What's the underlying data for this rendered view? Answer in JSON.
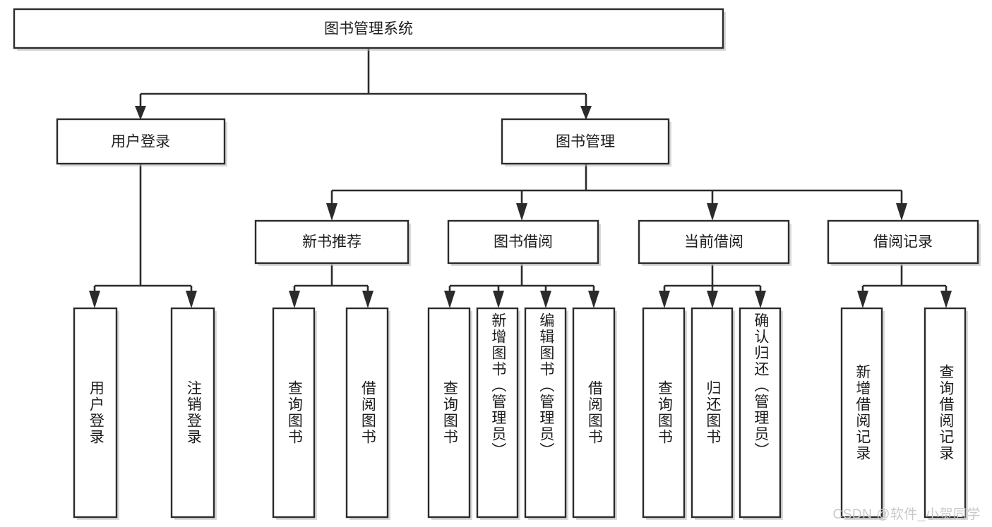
{
  "diagram": {
    "type": "tree",
    "title": "图书管理系统",
    "watermark": "CSDN @软件_小贺同学",
    "root": {
      "id": "root",
      "label": "图书管理系统"
    },
    "level2": [
      {
        "id": "user-login",
        "label": "用户登录"
      },
      {
        "id": "book-manage",
        "label": "图书管理"
      }
    ],
    "level3": [
      {
        "id": "new-book-recommend",
        "label": "新书推荐",
        "parent": "book-manage"
      },
      {
        "id": "book-borrow",
        "label": "图书借阅",
        "parent": "book-manage"
      },
      {
        "id": "current-borrow",
        "label": "当前借阅",
        "parent": "book-manage"
      },
      {
        "id": "borrow-record",
        "label": "借阅记录",
        "parent": "book-manage"
      }
    ],
    "leaves": [
      {
        "id": "leaf-user-login",
        "label": "用户登录",
        "parent": "user-login"
      },
      {
        "id": "leaf-logout-login",
        "label": "注销登录",
        "parent": "user-login"
      },
      {
        "id": "leaf-query-book-1",
        "label": "查询图书",
        "parent": "new-book-recommend"
      },
      {
        "id": "leaf-borrow-book-1",
        "label": "借阅图书",
        "parent": "new-book-recommend"
      },
      {
        "id": "leaf-query-book-2",
        "label": "查询图书",
        "parent": "book-borrow"
      },
      {
        "id": "leaf-add-book",
        "label": "新增图书（管理员）",
        "parent": "book-borrow"
      },
      {
        "id": "leaf-edit-book",
        "label": "编辑图书（管理员）",
        "parent": "book-borrow"
      },
      {
        "id": "leaf-borrow-book-2",
        "label": "借阅图书",
        "parent": "book-borrow"
      },
      {
        "id": "leaf-query-book-3",
        "label": "查询图书",
        "parent": "current-borrow"
      },
      {
        "id": "leaf-return-book",
        "label": "归还图书",
        "parent": "current-borrow"
      },
      {
        "id": "leaf-confirm-return",
        "label": "确认归还（管理员）",
        "parent": "current-borrow"
      },
      {
        "id": "leaf-add-record",
        "label": "新增借阅记录",
        "parent": "borrow-record"
      },
      {
        "id": "leaf-query-record",
        "label": "查询借阅记录",
        "parent": "borrow-record"
      }
    ],
    "colors": {
      "box_stroke": "#2b2b2b",
      "box_fill": "#ffffff",
      "edge": "#2b2b2b",
      "text": "#1d1d1d",
      "watermark": "#c9c9c9",
      "background": "#ffffff"
    }
  }
}
